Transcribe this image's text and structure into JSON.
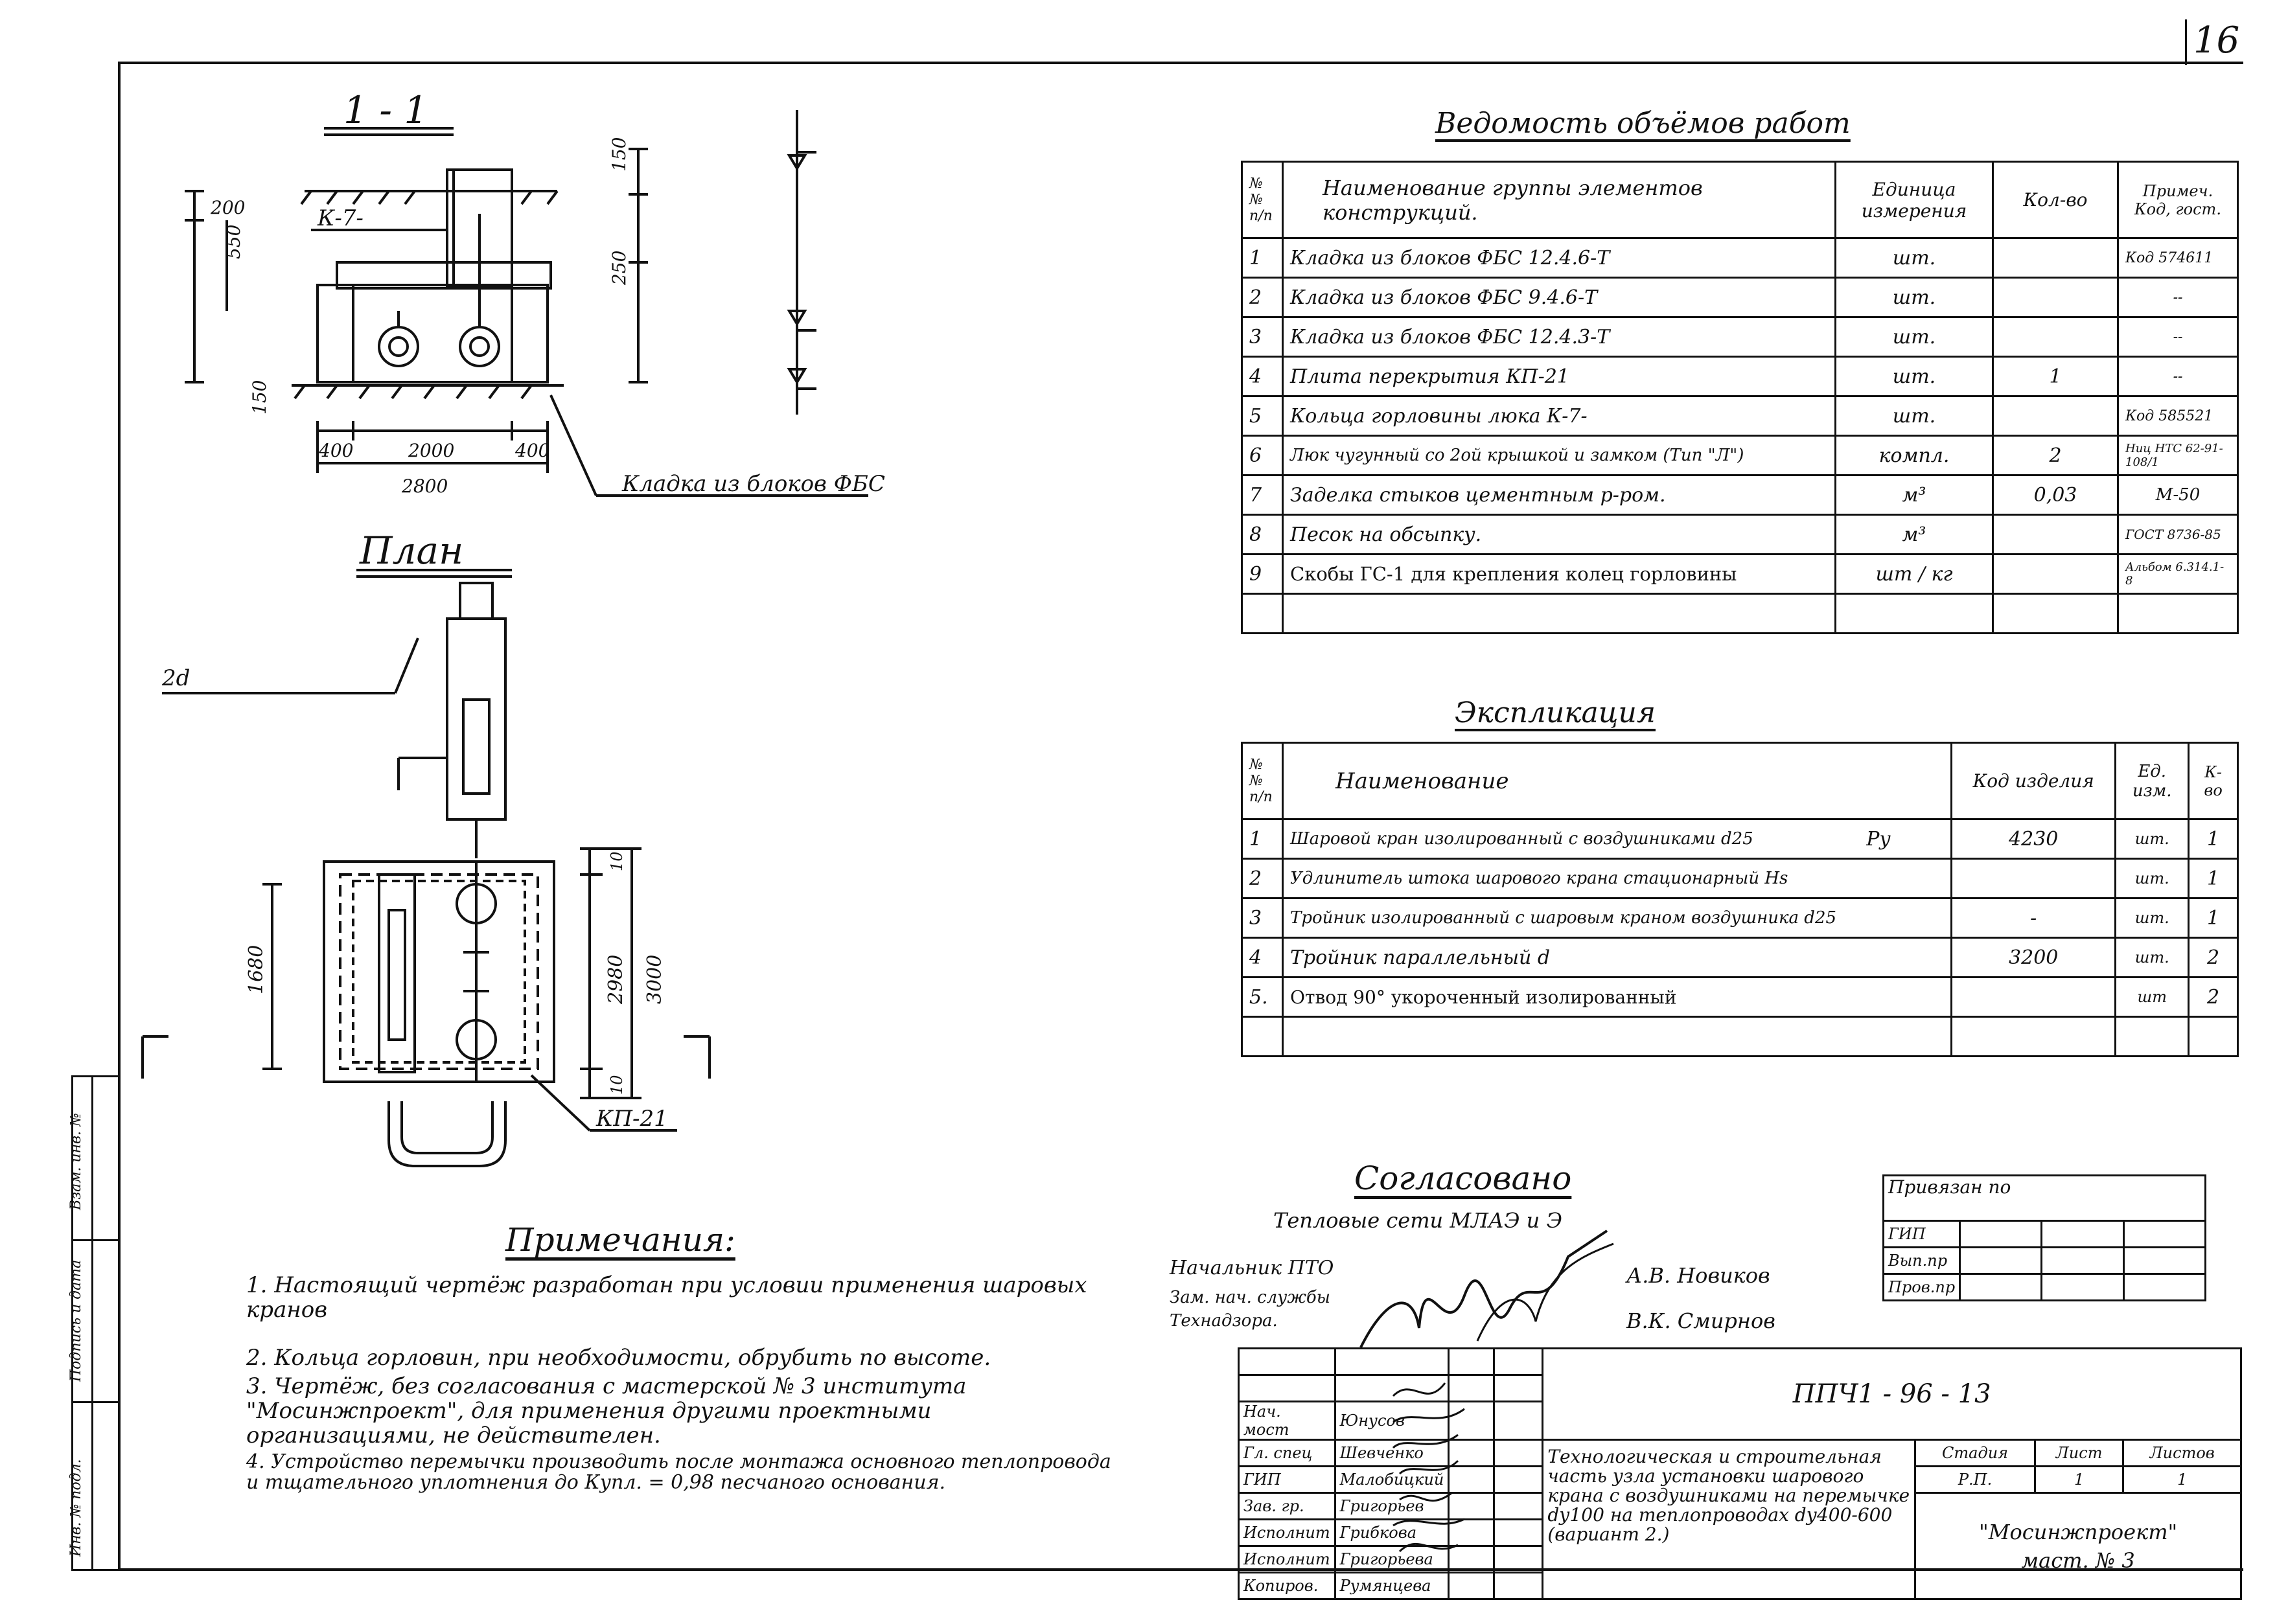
{
  "page_number": "16",
  "section_label": "1 - 1",
  "plan_label": "План",
  "masonry_label": "Кладка из блоков ФБС",
  "callouts": {
    "k7": "К-7-",
    "kp21": "КП-21",
    "d": "2d"
  },
  "dimensions": {
    "d200": "200",
    "d550": "550",
    "d150a": "150",
    "d150b": "150",
    "d250": "250",
    "d400l": "400",
    "d2000": "2000",
    "d400r": "400",
    "d2800": "2800",
    "d1680": "1680",
    "d2980": "2980",
    "d3000": "3000",
    "d10a": "10",
    "d10b": "10"
  },
  "volume_table": {
    "title": "Ведомость объёмов работ",
    "headers": [
      "№№ п/п",
      "Наименование группы элементов конструкций.",
      "Единица измерения",
      "Кол-во",
      "Примеч. Код, гост."
    ],
    "rows": [
      [
        "1",
        "Кладка из блоков ФБС 12.4.6-Т",
        "шт.",
        "",
        "Код 574611"
      ],
      [
        "2",
        "Кладка из блоков ФБС 9.4.6-Т",
        "шт.",
        "",
        "--"
      ],
      [
        "3",
        "Кладка из блоков ФБС 12.4.3-Т",
        "шт.",
        "",
        "--"
      ],
      [
        "4",
        "Плита перекрытия КП-21",
        "шт.",
        "1",
        "--"
      ],
      [
        "5",
        "Кольца горловины люка К-7-",
        "шт.",
        "",
        "Код 585521"
      ],
      [
        "6",
        "Люк чугунный со 2ой крышкой и замком (Тип \"Л\")",
        "компл.",
        "2",
        "Ниц НТС 62-91-108/1"
      ],
      [
        "7",
        "Заделка стыков цементным р-ром.",
        "м³",
        "0,03",
        "М-50"
      ],
      [
        "8",
        "Песок на обсыпку.",
        "м³",
        "",
        "ГОСТ 8736-85"
      ],
      [
        "9",
        "Скобы ГС-1 для крепления колец горловины",
        "шт / кг",
        "",
        "Альбом 6.314.1-8"
      ],
      [
        "",
        "",
        "",
        "",
        ""
      ]
    ]
  },
  "explication": {
    "title": "Экспликация",
    "headers": [
      "№№ п/п",
      "Наименование",
      "Код изделия",
      "Ед. изм.",
      "К-во"
    ],
    "rows": [
      [
        "1",
        "Шаровой кран изолированный с воздушниками d25",
        "Ру",
        "4230",
        "шт.",
        "1"
      ],
      [
        "2",
        "Удлинитель штока шарового крана стационарный Hs",
        "",
        "",
        "шт.",
        "1"
      ],
      [
        "3",
        "Тройник изолированный с шаровым краном воздушника d25",
        "",
        "-",
        "шт.",
        "1"
      ],
      [
        "4",
        "Тройник параллельный d",
        "",
        "3200",
        "шт.",
        "2"
      ],
      [
        "5.",
        "Отвод 90° укороченный изолированный",
        "",
        "",
        "шт",
        "2"
      ],
      [
        "",
        "",
        "",
        "",
        "",
        ""
      ]
    ]
  },
  "notes": {
    "title": "Примечания:",
    "items": [
      "1. Настоящий чертёж разработан при условии применения шаровых кранов",
      "2. Кольца горловин, при необходимости, обрубить по высоте.",
      "3. Чертёж, без согласования с мастерской № 3 института \"Мосинжпроект\", для применения другими проектными организациями, не действителен.",
      "4. Устройство перемычки производить после монтажа основного теплопровода и тщательного уплотнения до Купл. = 0,98 песчаного основания."
    ]
  },
  "approval": {
    "title": "Согласовано",
    "org": "Тепловые сети МЛАЭ и Э",
    "role1": "Начальник ПТО",
    "role2": "Зам. нач. службы Технадзора.",
    "name1": "А.В. Новиков",
    "name2": "В.К. Смирнов"
  },
  "binding_table": {
    "title": "Привязан по",
    "rows": [
      "ГИП",
      "Вып.пр",
      "Пров.пр"
    ]
  },
  "stamp": {
    "doc_code": "ППЧ1 - 96 - 13",
    "people": [
      [
        "Нач. мост",
        "Юнусов"
      ],
      [
        "Гл. спец",
        "Шевченко"
      ],
      [
        "ГИП",
        "Малобицкий"
      ],
      [
        "Зав. гр.",
        "Григорьев"
      ],
      [
        "Исполнит",
        "Грибкова"
      ],
      [
        "Исполнит",
        "Григорьева"
      ],
      [
        "Копиров.",
        "Румянцева"
      ]
    ],
    "description": "Технологическая и строительная часть узла установки шарового крана с воздушниками на перемычке dу100 на теплопроводах dу400-600 (вариант 2.)",
    "stage_label": "Стадия",
    "sheet_label": "Лист",
    "sheets_label": "Листов",
    "stage": "Р.П.",
    "sheet": "1",
    "sheets": "1",
    "org": "\"Мосинжпроект\"",
    "workshop": "маст. № 3"
  },
  "side_strip": [
    "Взам. инв. №",
    "Подпись и дата",
    "Инв. № подл."
  ]
}
